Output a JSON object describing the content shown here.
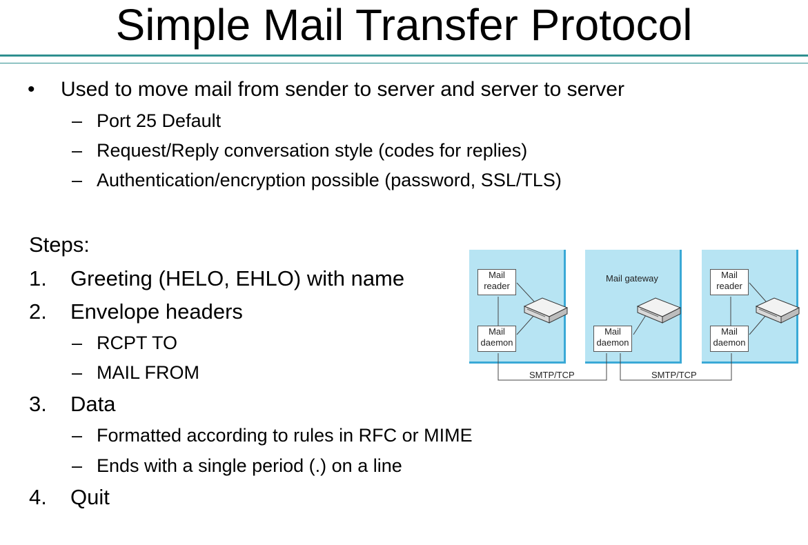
{
  "title": "Simple Mail Transfer Protocol",
  "bullet_marker": "•",
  "dash_marker": "–",
  "bullets": [
    "Used to move mail from sender to server and server to server",
    "Port 25 Default",
    "Request/Reply conversation style (codes for replies)",
    "Authentication/encryption possible (password, SSL/TLS)"
  ],
  "steps_heading": "Steps:",
  "steps": [
    {
      "number": "1.",
      "text": "Greeting (HELO, EHLO) with name",
      "subs": []
    },
    {
      "number": "2.",
      "text": "Envelope headers",
      "subs": [
        "RCPT TO",
        "MAIL FROM"
      ]
    },
    {
      "number": "3.",
      "text": "Data",
      "subs": [
        "Formatted according to rules in RFC or MIME",
        "Ends with a single period (.) on a line"
      ]
    },
    {
      "number": "4.",
      "text": "Quit",
      "subs": []
    }
  ],
  "diagram": {
    "hosts": [
      {
        "top_box": "Mail\nreader",
        "bottom_box": "Mail\ndaemon"
      },
      {
        "label": "Mail gateway",
        "bottom_box": "Mail\ndaemon"
      },
      {
        "top_box": "Mail\nreader",
        "bottom_box": "Mail\ndaemon"
      }
    ],
    "links": [
      "SMTP/TCP",
      "SMTP/TCP"
    ],
    "colors": {
      "host_fill": "#b7e4f3",
      "host_edge": "#3aa9d6"
    }
  }
}
